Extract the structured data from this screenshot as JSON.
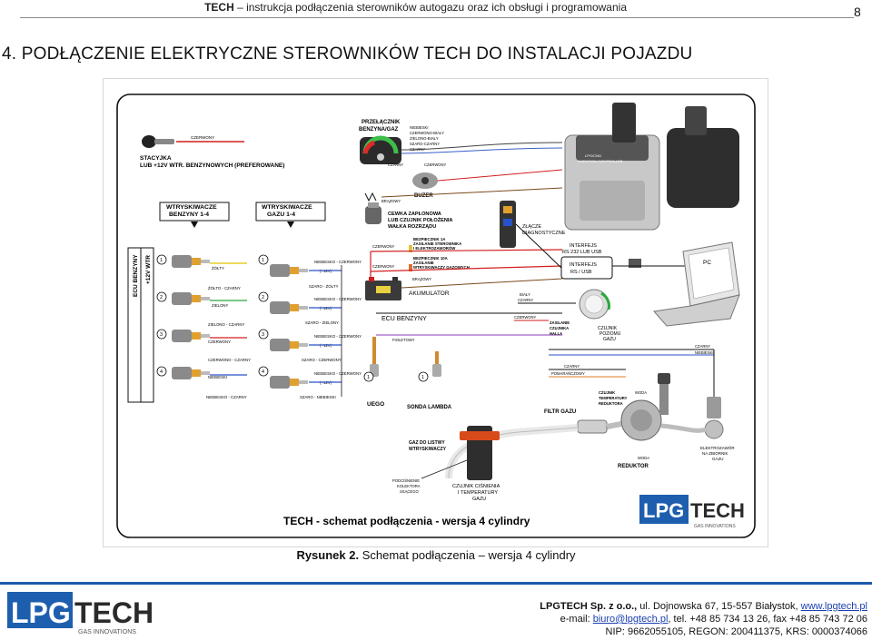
{
  "header": {
    "brand": "TECH",
    "dash": " – ",
    "subtitle": "instrukcja podłączenia sterowników autogazu oraz ich obsługi i programowania",
    "page_number": "8"
  },
  "section_title": "4. PODŁĄCZENIE ELEKTRYCZNE STEROWNIKÓW TECH DO INSTALACJI POJAZDU",
  "diagram": {
    "ignition": {
      "label1": "STACYJKA",
      "label2": "LUB +12V WTR. BENZYNOWYCH (PREFEROWANE)",
      "wire": "CZERWONY"
    },
    "switch": {
      "label1": "PRZEŁĄCZNIK",
      "label2": "BENZYNA/GAZ",
      "wires": [
        "NIEBIESKI",
        "CZERWONO-BIAŁY",
        "ZIELONO-BIAŁY",
        "SZARO-CZARNY",
        "CZARNY"
      ]
    },
    "buzzer": {
      "label": "BUZER",
      "wire_a": "CZARNY",
      "wire_b": "CZERWONY"
    },
    "coil": {
      "label1": "CEWKA ZAPŁONOWA",
      "label2": "LUB CZUJNIK POŁOŻENIA",
      "label3": "WAŁKA ROZRZĄDU",
      "wire": "BRĄZOWY"
    },
    "fuse1": {
      "label1": "BEZPIECZNIK 1A",
      "label2": "ZASILANIE STEROWNIKA",
      "label3": "I ELEKTROZAWORÓW",
      "wire": "CZERWONY"
    },
    "fuse2": {
      "label1": "BEZPIECZNIK 10A",
      "label2": "ZASILANIE",
      "label3": "WTRYSKIWACZY GAZOWYCH",
      "wire": "CZERWONY"
    },
    "controller": {
      "label1": "LPG/CNG",
      "label2": "INJECTION CONTROLLER"
    },
    "diag": {
      "label1": "ZŁĄCZE",
      "label2": "DIAGNOSTYCZNE"
    },
    "interface1": {
      "label1": "INTERFEJS",
      "label2": "RS 232 LUB USB"
    },
    "interface2": {
      "label1": "INTERFEJS",
      "label2": "RS / USB"
    },
    "pc": "PC",
    "petrol_inj": {
      "label1": "WTRYSKIWACZE",
      "label2": "BENZYNY 1-4"
    },
    "gas_inj": {
      "label1": "WTRYSKIWACZE",
      "label2": "GAZU 1-4"
    },
    "ecu_side": {
      "label1": "ECU BENZYNY",
      "label2": "+12V WTR"
    },
    "numbers": [
      "1",
      "2",
      "3",
      "4"
    ],
    "petrol_wires": [
      "ŻÓŁTY",
      "ŻÓŁTO - CZARNY",
      "ZIELONY",
      "ZIELONO - CZARNY",
      "CZERWONY",
      "CZERWONO - CZARNY",
      "NIEBIESKI",
      "NIEBIESKO - CZARNY"
    ],
    "gas_wires": [
      "NIEBIESKO - CZERWONY",
      "SZARO - ŻÓŁTY",
      "NIEBIESKO - CZERWONY",
      "SZARO - ZIELONY",
      "NIEBIESKO - CZERWONY",
      "SZARO - CZERWONY",
      "NIEBIESKO - CZERWONY",
      "SZARO - NIEBIESKI"
    ],
    "plus12": "(+12V)",
    "battery": {
      "label": "AKUMULATOR",
      "wire": "BRĄZOWY"
    },
    "ecu_benzyny": "ECU BENZYNY",
    "ecu_wire": "FIOLETOWY",
    "uego": "UEGO",
    "lambda": "SONDA LAMBDA",
    "level": {
      "wires": [
        "BIAŁY",
        "CZARNY",
        "CZERWONY"
      ],
      "label1": "ZASILANIE",
      "label2": "CZUJNIKA",
      "label3": "HALLA",
      "sensor1": "CZUJNIK",
      "sensor2": "POZIOMU",
      "sensor3": "GAZU"
    },
    "tank_valve": {
      "wires": [
        "CZARNY",
        "NIEBIESKI"
      ],
      "label1": "ELEKTROZAWÓR",
      "label2": "NA ZBIORNIK",
      "label3": "GAZU"
    },
    "temp": {
      "wires": [
        "CZARNY",
        "POMARAŃCZOWY"
      ],
      "label1": "CZUJNIK",
      "label2": "TEMPERATURY",
      "label3": "REDUKTORA",
      "water": "WODA"
    },
    "filter": "FILTR GAZU",
    "reducer": "REDUKTOR",
    "water2": "WODA",
    "rail": {
      "label1": "GAZ DO LISTWY",
      "label2": "WTRYSKIWACZY"
    },
    "manifold": {
      "label1": "PODCIŚNIENIE",
      "label2": "KOLEKTORA",
      "label3": "SSĄCEGO"
    },
    "pressure": {
      "label1": "CZUJNIK CIŚNIENIA",
      "label2": "I TEMPERATURY",
      "label3": "GAZU"
    },
    "logo": {
      "lpg": "LPG",
      "tech": "TECH",
      "tag": "GAS INNOVATIONS"
    },
    "figure_title": "TECH - schemat podłączenia - wersja 4 cylindry"
  },
  "caption": {
    "label": "Rysunek 2.",
    "text": " Schemat podłączenia – wersja 4 cylindry"
  },
  "footer": {
    "logo": {
      "lpg": "LPG",
      "tech": "TECH",
      "tag": "GAS INNOVATIONS"
    },
    "company": "LPGTECH Sp. z o.o.,",
    "address": " ul. Dojnowska 67, 15-557 Białystok, ",
    "www": "www.lpgtech.pl",
    "email_label": "e-mail: ",
    "email": "biuro@lpgtech.pl",
    "phones": ", tel. +48 85 734 13 26, fax +48 85 743 72 06",
    "registry": "NIP: 9662055105, REGON: 200411375, KRS: 0000374066"
  },
  "colors": {
    "accent_blue": "#1c5aa8",
    "logo_blue": "#1d5fae",
    "wire_red": "#d21e1e"
  }
}
